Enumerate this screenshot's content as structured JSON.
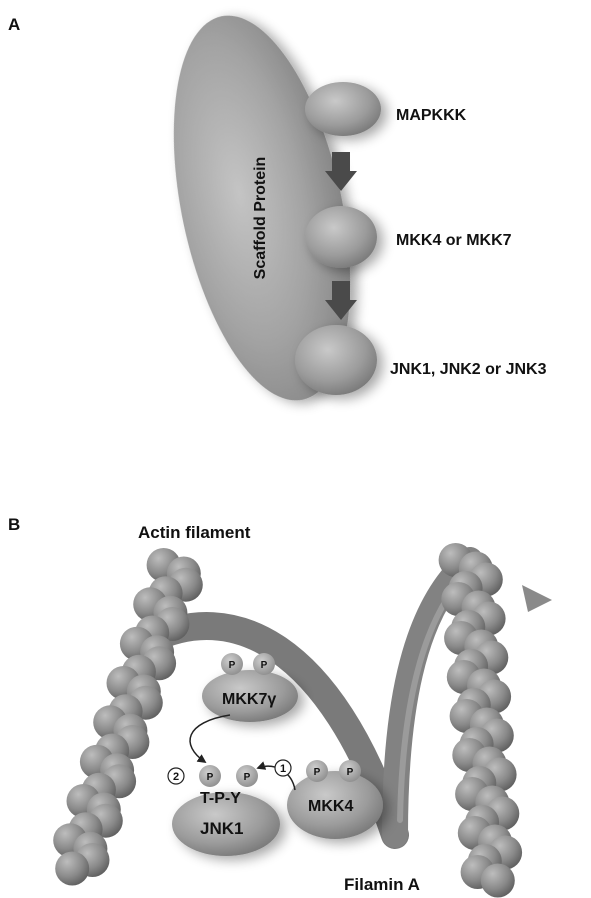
{
  "panel_a": {
    "label": "A",
    "scaffold_label": "Scaffold Protein",
    "kinase_labels": [
      "MAPKKK",
      "MKK4 or MKK7",
      "JNK1, JNK2 or JNK3"
    ]
  },
  "panel_b": {
    "label": "B",
    "actin_label": "Actin filament",
    "filamin_label": "Filamin A",
    "mkk7_label": "MKK7γ",
    "mkk4_label": "MKK4",
    "jnk1_label": "JNK1",
    "tpy_label": "T-P-Y",
    "phospho_label": "P",
    "step_one": "1",
    "step_two": "2"
  },
  "colors": {
    "protein_gray": "#9a9a9a",
    "dark_gray": "#5f5f5f",
    "arrow_gray": "#4a4a4a"
  }
}
